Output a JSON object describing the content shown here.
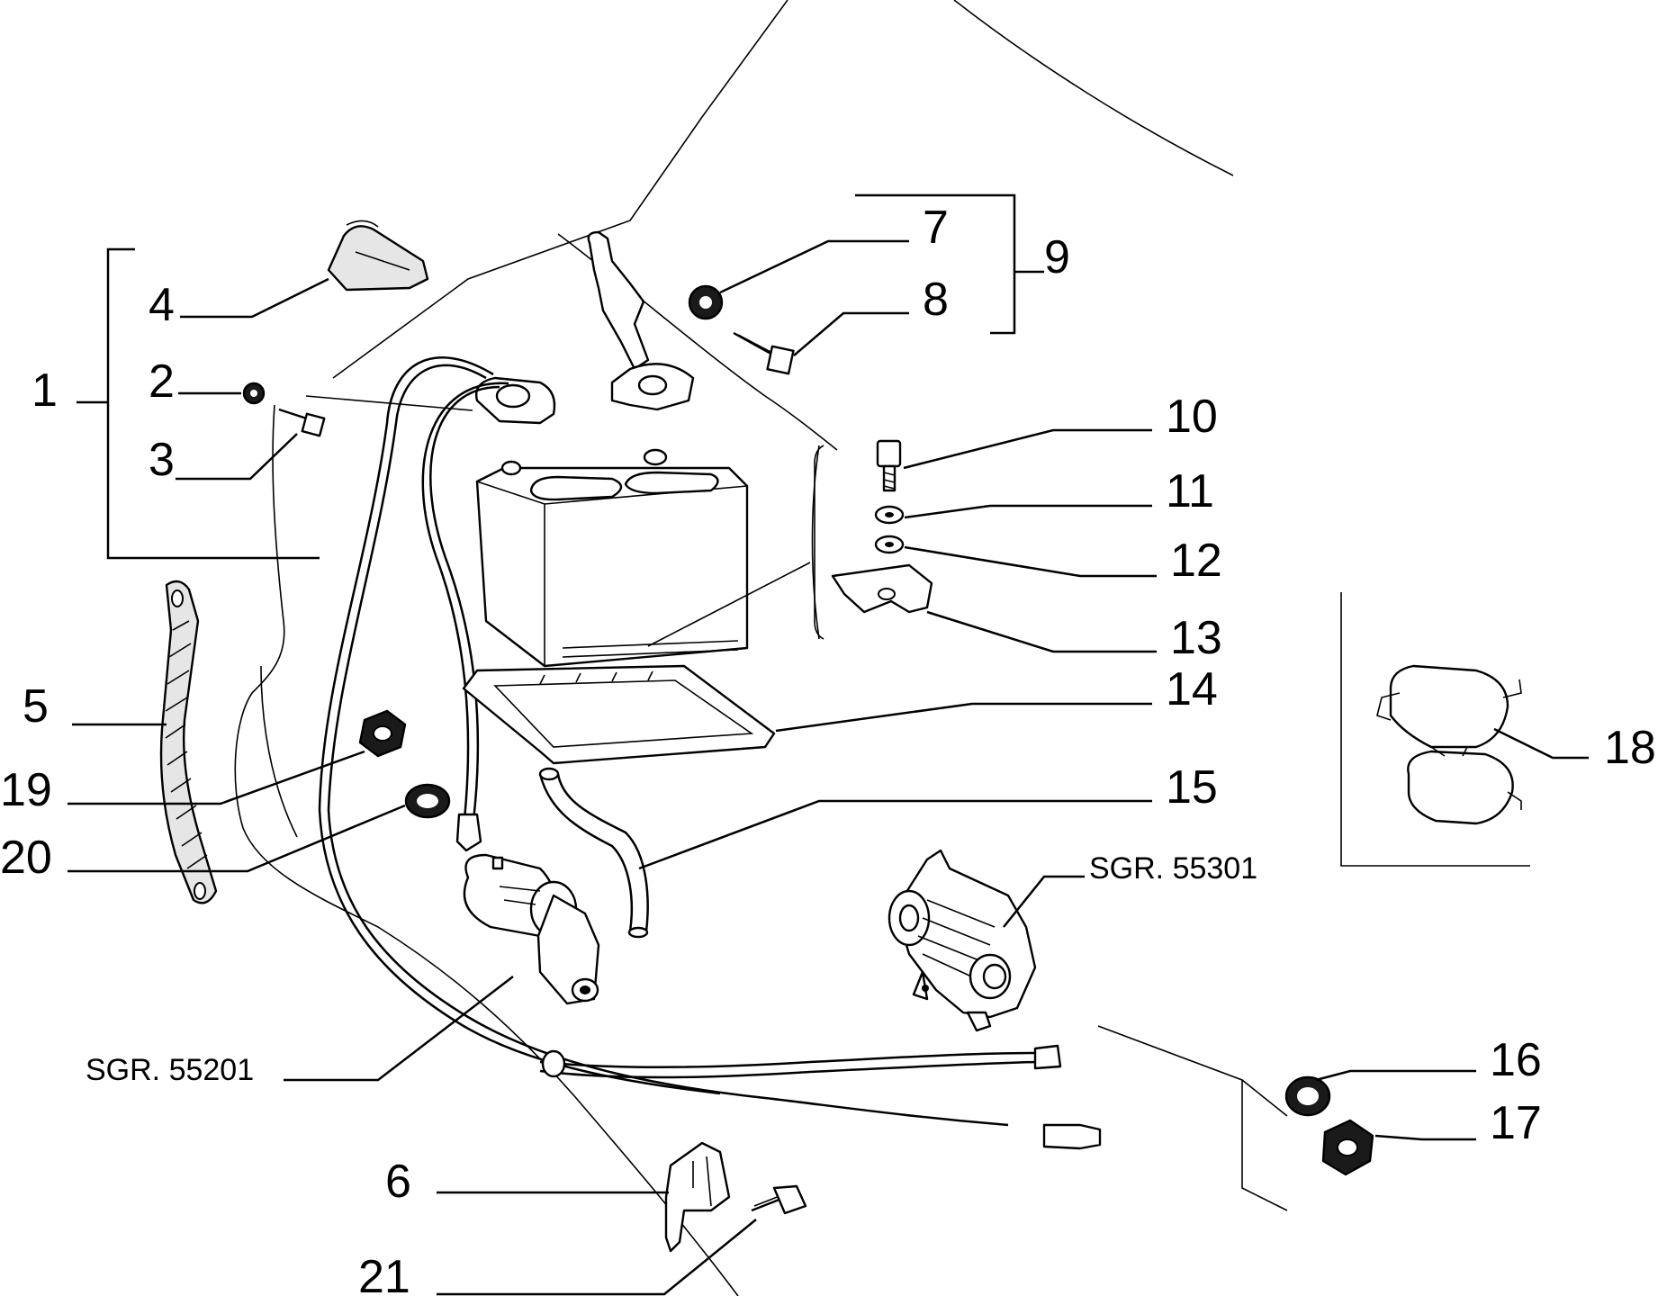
{
  "callouts": {
    "c1": "1",
    "c2": "2",
    "c3": "3",
    "c4": "4",
    "c5": "5",
    "c6": "6",
    "c7": "7",
    "c8": "8",
    "c9": "9",
    "c10": "10",
    "c11": "11",
    "c12": "12",
    "c13": "13",
    "c14": "14",
    "c15": "15",
    "c16": "16",
    "c17": "17",
    "c18": "18",
    "c19": "19",
    "c20": "20",
    "c21": "21"
  },
  "references": {
    "starter": "SGR. 55201",
    "alternator": "SGR. 55301"
  }
}
